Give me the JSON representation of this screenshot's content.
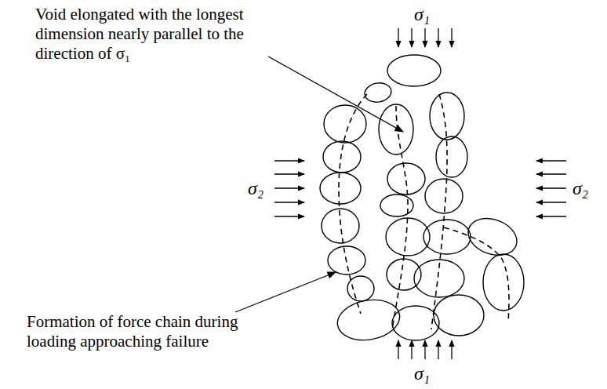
{
  "diagram": {
    "labels": [
      "σ₁",
      "Void elongated with the longest dimension nearly parallel to the direction of σ₁",
      "σ₂",
      "σ₂",
      "Formation of force chain during loading approaching failure",
      "σ₁"
    ]
  }
}
